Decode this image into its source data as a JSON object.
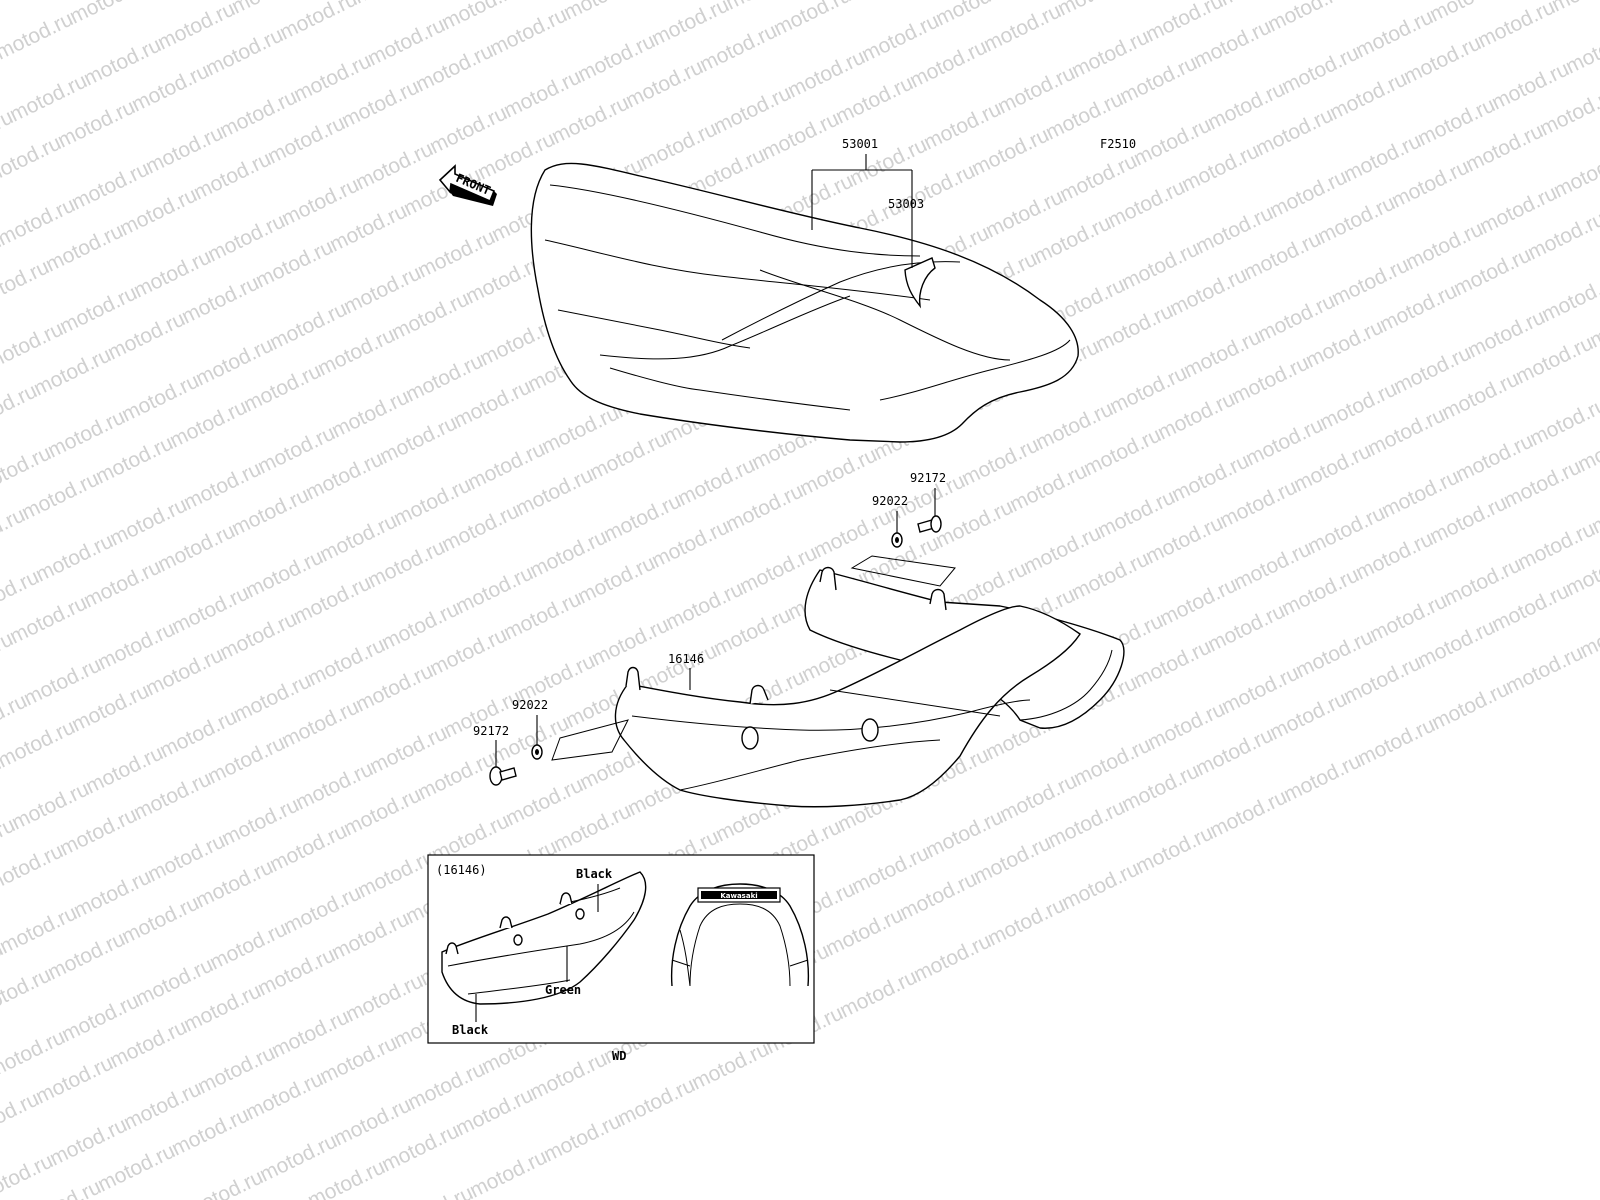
{
  "watermark": {
    "text": "motod.ru",
    "color": "#d0d0d0"
  },
  "figure_code": "F2510",
  "front_arrow": {
    "label": "FRONT"
  },
  "callouts": {
    "seat": "53001",
    "seat_sub": "53003",
    "bolt_right": "92172",
    "washer_right": "92022",
    "cover": "16146",
    "washer_left": "92022",
    "bolt_left": "92172"
  },
  "inset": {
    "title": "(16146)",
    "color_labels": {
      "top": "Black",
      "middle": "Green",
      "bottom": "Black"
    },
    "badge_text": "Kawasaki",
    "caption": "WD"
  }
}
